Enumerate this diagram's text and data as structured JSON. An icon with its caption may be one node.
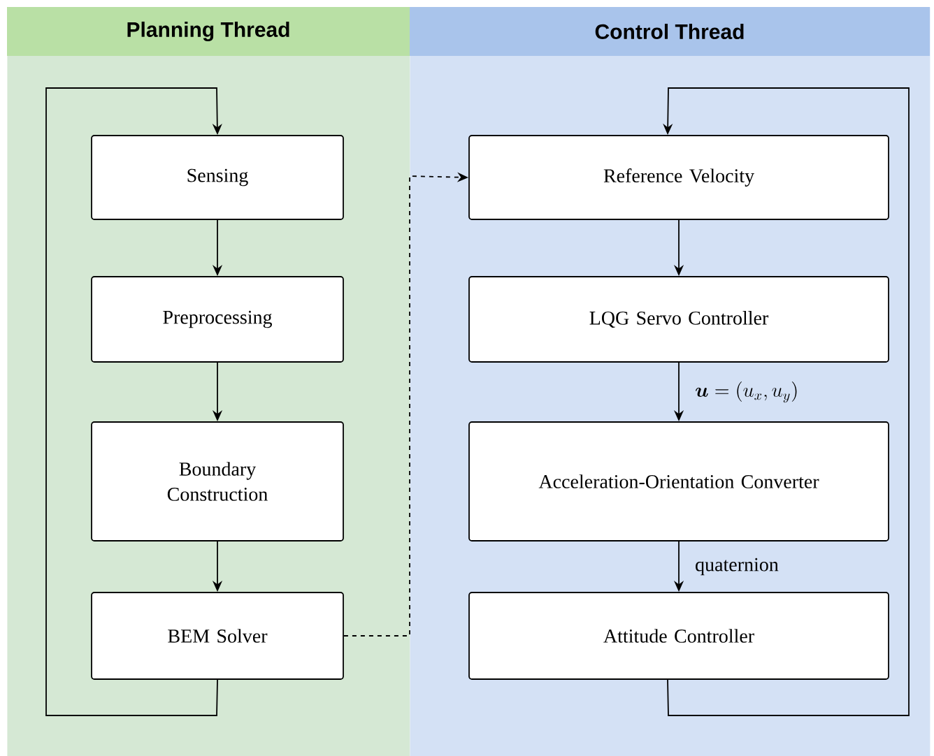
{
  "diagram": {
    "nodes": [
      {
        "text": [
          "Planning Thread"
        ]
      },
      {
        "text": [
          "Control Thread"
        ]
      },
      {
        "text": [
          "Sensing"
        ],
        "in": 0
      },
      {
        "text": [
          "Preprocessing"
        ],
        "in": 0
      },
      {
        "text": [
          "Boundary Construction"
        ],
        "in": 0
      },
      {
        "text": [
          "BEM Solver"
        ],
        "in": 0
      },
      {
        "text": [
          "Reference Velocity"
        ],
        "in": 1
      },
      {
        "text": [
          "LQG Servo Controller"
        ],
        "in": 1
      },
      {
        "text": [
          "Acceleration-Orientation Converter"
        ],
        "in": 1
      },
      {
        "text": [
          "Attitude Controller"
        ],
        "in": 1
      }
    ],
    "edges": [
      {
        "from": 2,
        "to": 3,
        "arrow": "to"
      },
      {
        "from": 3,
        "to": 4,
        "arrow": "to"
      },
      {
        "from": 4,
        "to": 5,
        "arrow": "to"
      },
      {
        "from": 5,
        "to": 2,
        "arrow": "to"
      },
      {
        "from": 5,
        "to": 6,
        "arrow": "to",
        "style": "dashed"
      },
      {
        "from": 6,
        "to": 7,
        "arrow": "to"
      },
      {
        "from": 7,
        "to": 8,
        "arrow": "to",
        "label": "\\boldsymbol{u} = (u_x, u_y)"
      },
      {
        "from": 8,
        "to": 9,
        "arrow": "to",
        "label": "quaternion"
      },
      {
        "from": 9,
        "to": 6,
        "arrow": "to"
      }
    ]
  }
}
